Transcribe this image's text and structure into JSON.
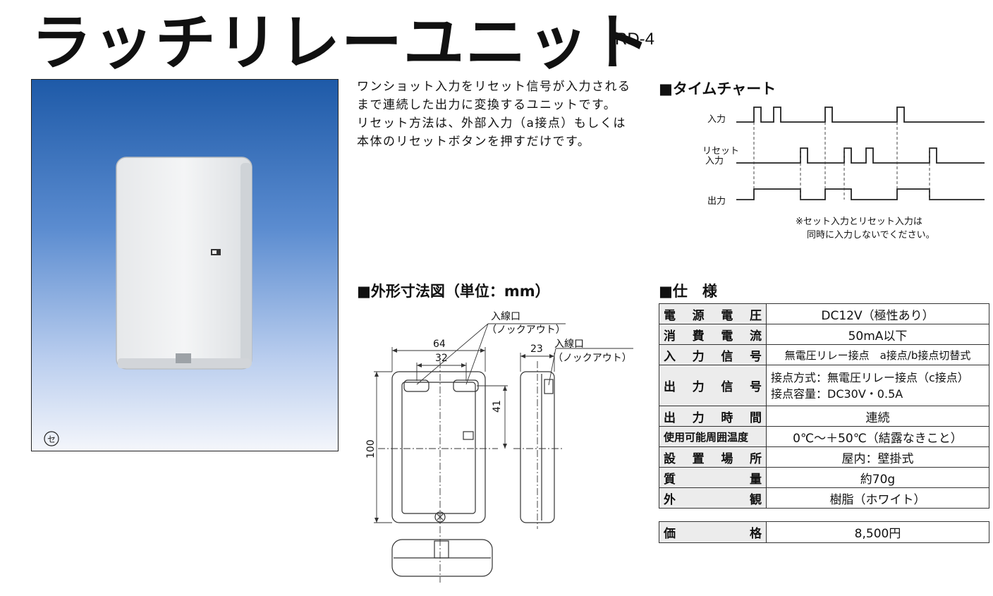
{
  "title": "ラッチリレーユニット",
  "model": "RD-4",
  "photo_mark": "セ",
  "description": [
    "ワンショット入力をリセット信号が入力される",
    "まで連続した出力に変換するユニットです。",
    "リセット方法は、外部入力（a接点）もしくは",
    "本体のリセットボタンを押すだけです。"
  ],
  "timechart": {
    "heading": "■タイムチャート",
    "labels": {
      "input": "入力",
      "reset_line1": "リセット",
      "reset_line2": "入力",
      "output": "出力"
    },
    "note": [
      "※セット入力とリセット入力は",
      "同時に入力しないでください。"
    ]
  },
  "dimensions": {
    "heading": "■外形寸法図（単位：mm）",
    "inlet_front_1": "入線口",
    "inlet_front_2": "（ノックアウト）",
    "inlet_side_1": "入線口",
    "inlet_side_2": "（ノックアウト）",
    "width_64": "64",
    "width_32": "32",
    "depth_23": "23",
    "height_41": "41",
    "height_100": "100"
  },
  "specs": {
    "heading": "■仕　様",
    "rows": [
      {
        "key": "電源電圧",
        "value": "DC12V（極性あり）"
      },
      {
        "key": "消費電流",
        "value": "50mA以下"
      },
      {
        "key": "入力信号",
        "value": "無電圧リレー接点　a接点/b接点切替式"
      },
      {
        "key": "出力信号",
        "value": "接点方式：無電圧リレー接点（c接点）",
        "value2": "接点容量：DC30V・0.5A"
      },
      {
        "key": "出力時間",
        "value": "連続"
      },
      {
        "key": "使用可能周囲温度",
        "value": "0℃～＋50℃（結露なきこと）"
      },
      {
        "key": "設置場所",
        "value": "屋内：壁掛式"
      },
      {
        "key": "質量",
        "value": "約70g"
      },
      {
        "key": "外観",
        "value": "樹脂（ホワイト）"
      }
    ],
    "price": {
      "key": "価格",
      "value": "8,500円"
    }
  }
}
